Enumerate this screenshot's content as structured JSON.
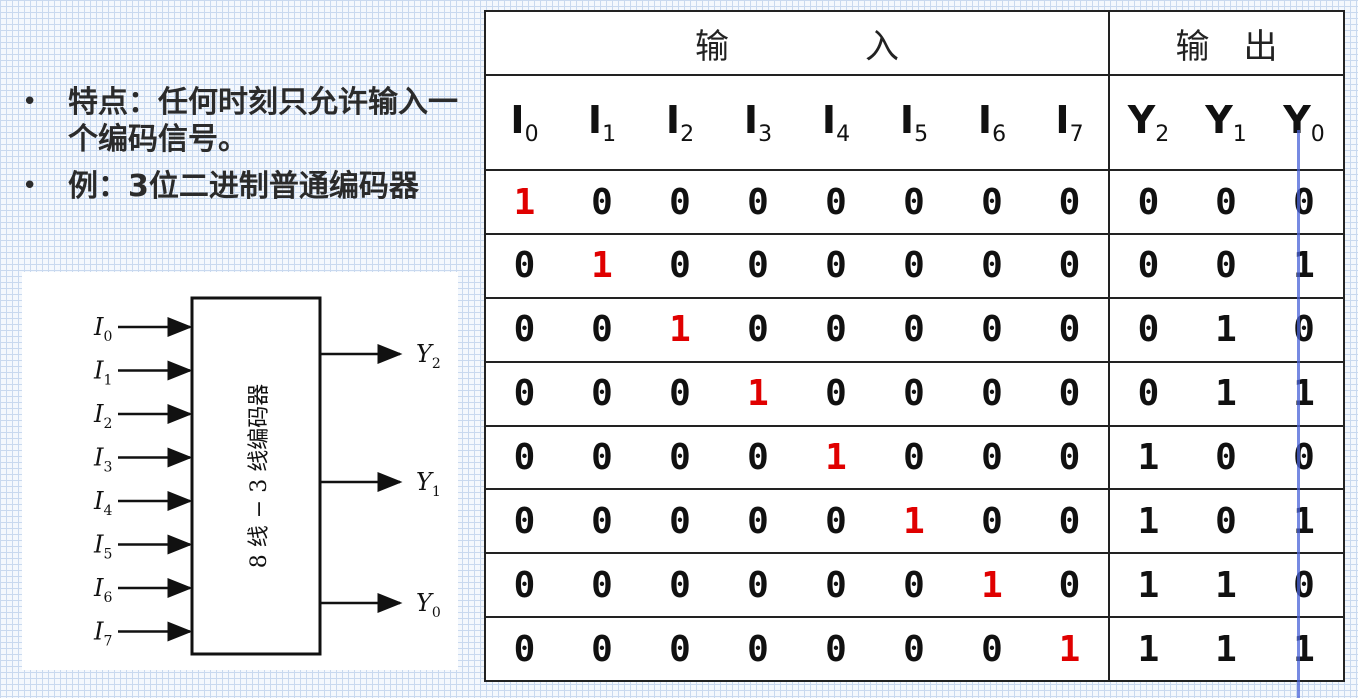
{
  "bullets": [
    {
      "symbol": "•",
      "text": "特点：任何时刻只允许输入一个编码信号。"
    },
    {
      "symbol": "•",
      "text": "例：3位二进制普通编码器"
    }
  ],
  "figure": {
    "block_label": "8 线 − 3 线编码器",
    "inputs": [
      {
        "name": "I",
        "sub": "0"
      },
      {
        "name": "I",
        "sub": "1"
      },
      {
        "name": "I",
        "sub": "2"
      },
      {
        "name": "I",
        "sub": "3"
      },
      {
        "name": "I",
        "sub": "4"
      },
      {
        "name": "I",
        "sub": "5"
      },
      {
        "name": "I",
        "sub": "6"
      },
      {
        "name": "I",
        "sub": "7"
      }
    ],
    "outputs": [
      {
        "name": "Y",
        "sub": "2"
      },
      {
        "name": "Y",
        "sub": "1"
      },
      {
        "name": "Y",
        "sub": "0"
      }
    ]
  },
  "table": {
    "input_header": "输　　　　入",
    "output_header": "输　出",
    "input_columns": [
      {
        "name": "I",
        "sub": "0"
      },
      {
        "name": "I",
        "sub": "1"
      },
      {
        "name": "I",
        "sub": "2"
      },
      {
        "name": "I",
        "sub": "3"
      },
      {
        "name": "I",
        "sub": "4"
      },
      {
        "name": "I",
        "sub": "5"
      },
      {
        "name": "I",
        "sub": "6"
      },
      {
        "name": "I",
        "sub": "7"
      }
    ],
    "output_columns": [
      {
        "name": "Y",
        "sub": "2"
      },
      {
        "name": "Y",
        "sub": "1"
      },
      {
        "name": "Y",
        "sub": "0"
      }
    ],
    "rows": [
      {
        "inputs": [
          "1",
          "0",
          "0",
          "0",
          "0",
          "0",
          "0",
          "0"
        ],
        "outputs": [
          "0",
          "0",
          "0"
        ]
      },
      {
        "inputs": [
          "0",
          "1",
          "0",
          "0",
          "0",
          "0",
          "0",
          "0"
        ],
        "outputs": [
          "0",
          "0",
          "1"
        ]
      },
      {
        "inputs": [
          "0",
          "0",
          "1",
          "0",
          "0",
          "0",
          "0",
          "0"
        ],
        "outputs": [
          "0",
          "1",
          "0"
        ]
      },
      {
        "inputs": [
          "0",
          "0",
          "0",
          "1",
          "0",
          "0",
          "0",
          "0"
        ],
        "outputs": [
          "0",
          "1",
          "1"
        ]
      },
      {
        "inputs": [
          "0",
          "0",
          "0",
          "0",
          "1",
          "0",
          "0",
          "0"
        ],
        "outputs": [
          "1",
          "0",
          "0"
        ]
      },
      {
        "inputs": [
          "0",
          "0",
          "0",
          "0",
          "0",
          "1",
          "0",
          "0"
        ],
        "outputs": [
          "1",
          "0",
          "1"
        ]
      },
      {
        "inputs": [
          "0",
          "0",
          "0",
          "0",
          "0",
          "0",
          "1",
          "0"
        ],
        "outputs": [
          "1",
          "1",
          "0"
        ]
      },
      {
        "inputs": [
          "0",
          "0",
          "0",
          "0",
          "0",
          "0",
          "0",
          "1"
        ],
        "outputs": [
          "1",
          "1",
          "1"
        ]
      }
    ],
    "highlight_color": "#e00000"
  }
}
